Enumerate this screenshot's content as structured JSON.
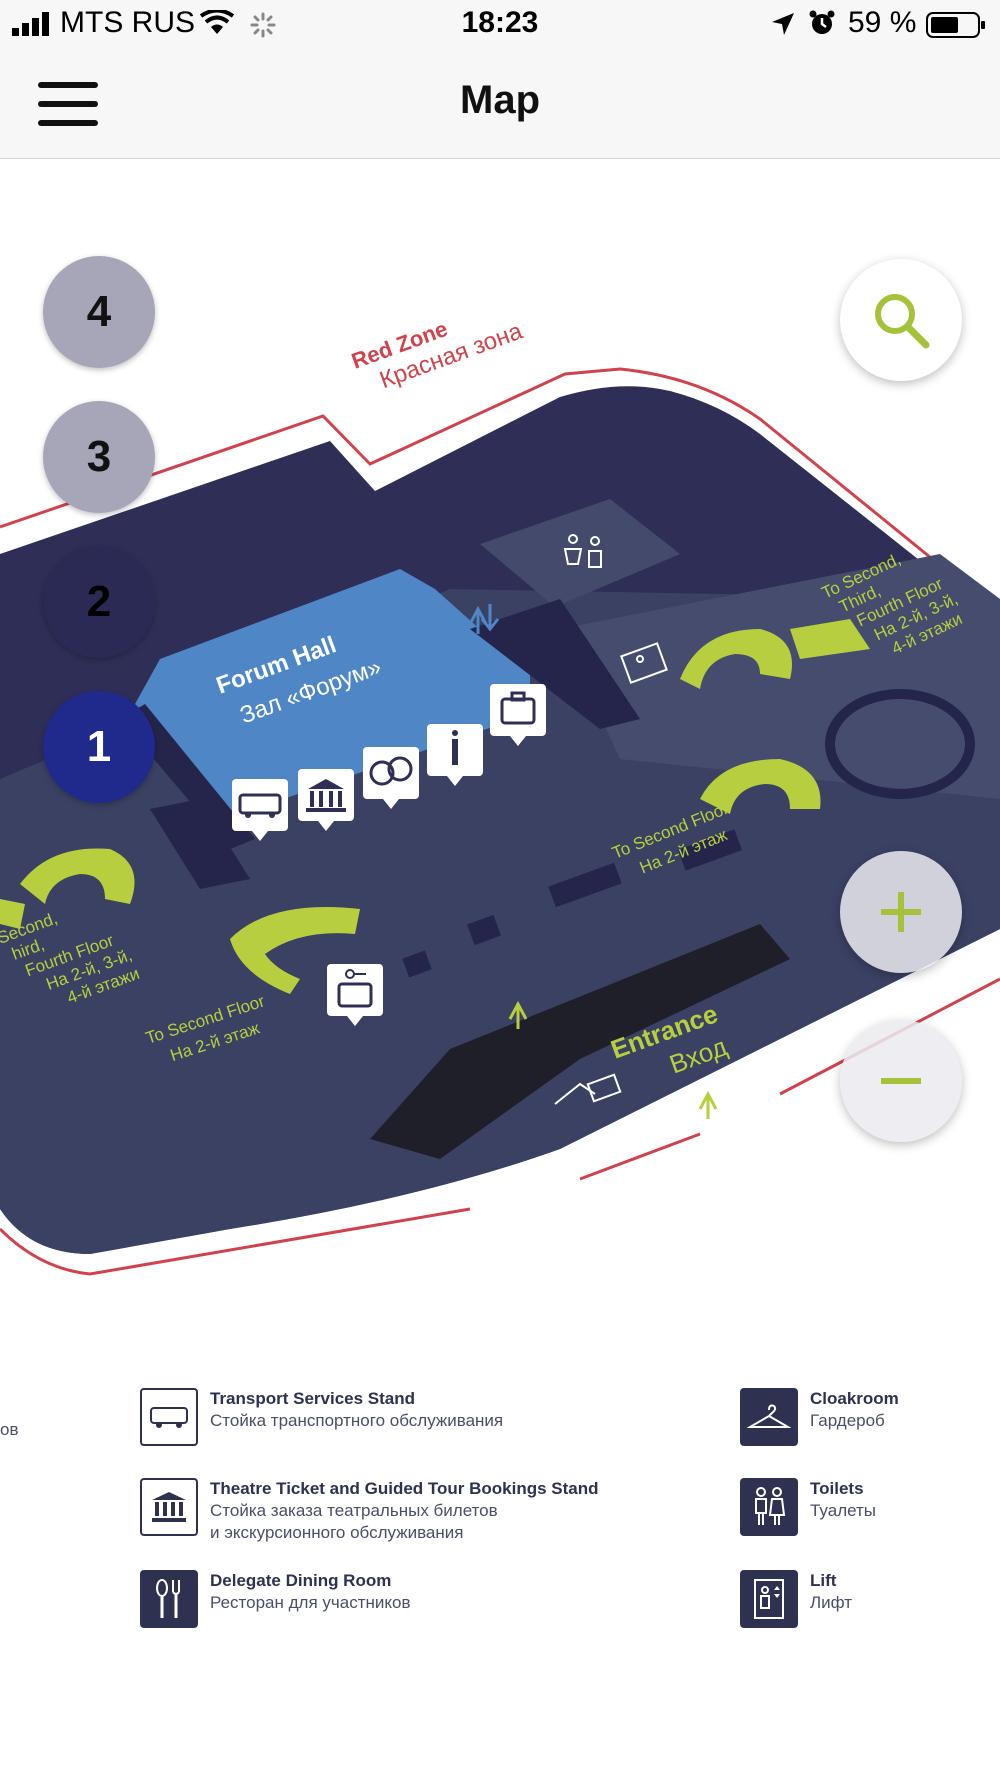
{
  "status": {
    "carrier": "MTS RUS",
    "time": "18:23",
    "battery": "59 %"
  },
  "header": {
    "title": "Map"
  },
  "floors": [
    "4",
    "3",
    "2",
    "1"
  ],
  "active_floor": "1",
  "map": {
    "zone_en": "Red Zone",
    "zone_ru": "Красная зона",
    "hall_en": "Forum Hall",
    "hall_ru": "Зал «Форум»",
    "stairs_right_en1": "To Second,",
    "stairs_right_en2": "Third,",
    "stairs_right_en3": "Fourth Floor",
    "stairs_right_ru1": "На 2-й, 3-й,",
    "stairs_right_ru2": "4-й этажи",
    "stairs_left_en1": "Second,",
    "stairs_left_en2": "hird,",
    "stairs_left_en3": "Fourth Floor",
    "stairs_left_ru1": "На 2-й, 3-й,",
    "stairs_left_ru2": "4-й этажи",
    "second_floor_right_en": "To Second Floor",
    "second_floor_right_ru": "На 2-й этаж",
    "second_floor_left_en": "To Second Floor",
    "second_floor_left_ru": "На 2-й этаж",
    "entrance_en": "Entrance",
    "entrance_ru": "Вход"
  },
  "legend": {
    "partial": "ов",
    "items": [
      {
        "en": "Transport Services Stand",
        "ru1": "Стойка транспортного обслуживания",
        "ru2": "",
        "icon": "bus-icon"
      },
      {
        "en": "Theatre Ticket and Guided Tour Bookings Stand",
        "ru1": "Стойка заказа театральных билетов",
        "ru2": "и экскурсионного обслуживания",
        "icon": "museum-icon"
      },
      {
        "en": "Delegate Dining Room",
        "ru1": "Ресторан для участников",
        "ru2": "",
        "icon": "dining-icon"
      },
      {
        "en": "Cloakroom",
        "ru1": "Гардероб",
        "ru2": "",
        "icon": "hanger-icon"
      },
      {
        "en": "Toilets",
        "ru1": "Туалеты",
        "ru2": "",
        "icon": "toilets-icon"
      },
      {
        "en": "Lift",
        "ru1": "Лифт",
        "ru2": "",
        "icon": "lift-icon"
      }
    ]
  },
  "colors": {
    "floor_dark": "#2f2e57",
    "floor_mid": "#3a4163",
    "hall": "#4f86c6",
    "stairs": "#b7cf3e",
    "zone_red": "#d0434c",
    "floor_active": "#1f2a8c",
    "floor_inactive": "#a6a6b8"
  }
}
